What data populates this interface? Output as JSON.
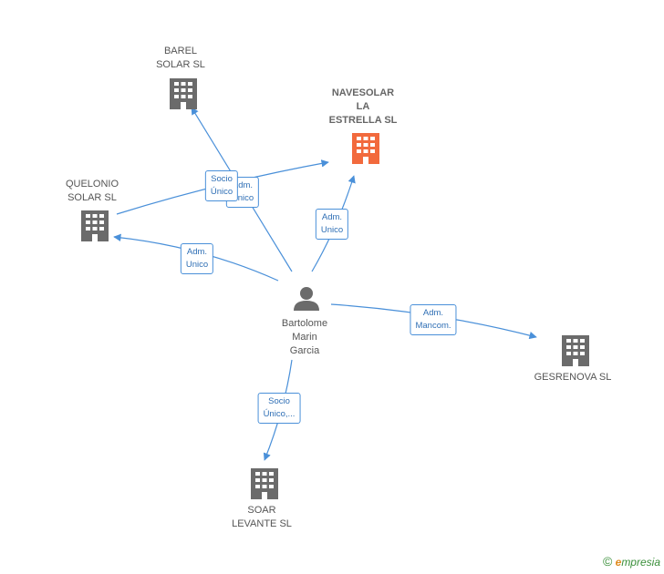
{
  "nodes": {
    "barel": {
      "lines": [
        "BAREL",
        "SOLAR SL"
      ]
    },
    "navesolar": {
      "lines": [
        "NAVESOLAR",
        "LA",
        "ESTRELLA SL"
      ]
    },
    "quelonio": {
      "lines": [
        "QUELONIO",
        "SOLAR SL"
      ]
    },
    "gesrenova": {
      "lines": [
        "GESRENOVA SL"
      ]
    },
    "soar": {
      "lines": [
        "SOAR",
        "LEVANTE SL"
      ]
    },
    "person": {
      "lines": [
        "Bartolome",
        "Marin",
        "Garcia"
      ]
    }
  },
  "edges": {
    "socio_unico_1": {
      "lines": [
        "Socio",
        "Único"
      ]
    },
    "adm_unico_hidden": {
      "lines": [
        "Adm.",
        "Unico"
      ]
    },
    "adm_unico_navesolar": {
      "lines": [
        "Adm.",
        "Unico"
      ]
    },
    "adm_unico_quelonio": {
      "lines": [
        "Adm.",
        "Unico"
      ]
    },
    "adm_mancom": {
      "lines": [
        "Adm.",
        "Mancom."
      ]
    },
    "socio_unico_soar": {
      "lines": [
        "Socio",
        "Único,..."
      ]
    }
  },
  "colors": {
    "edge": "#4a90d9",
    "building": "#6b6b6b",
    "building_focus": "#f26a3d",
    "person": "#6b6b6b"
  },
  "brand": {
    "copyright": "©",
    "e": "e",
    "rest": "mpresia"
  }
}
